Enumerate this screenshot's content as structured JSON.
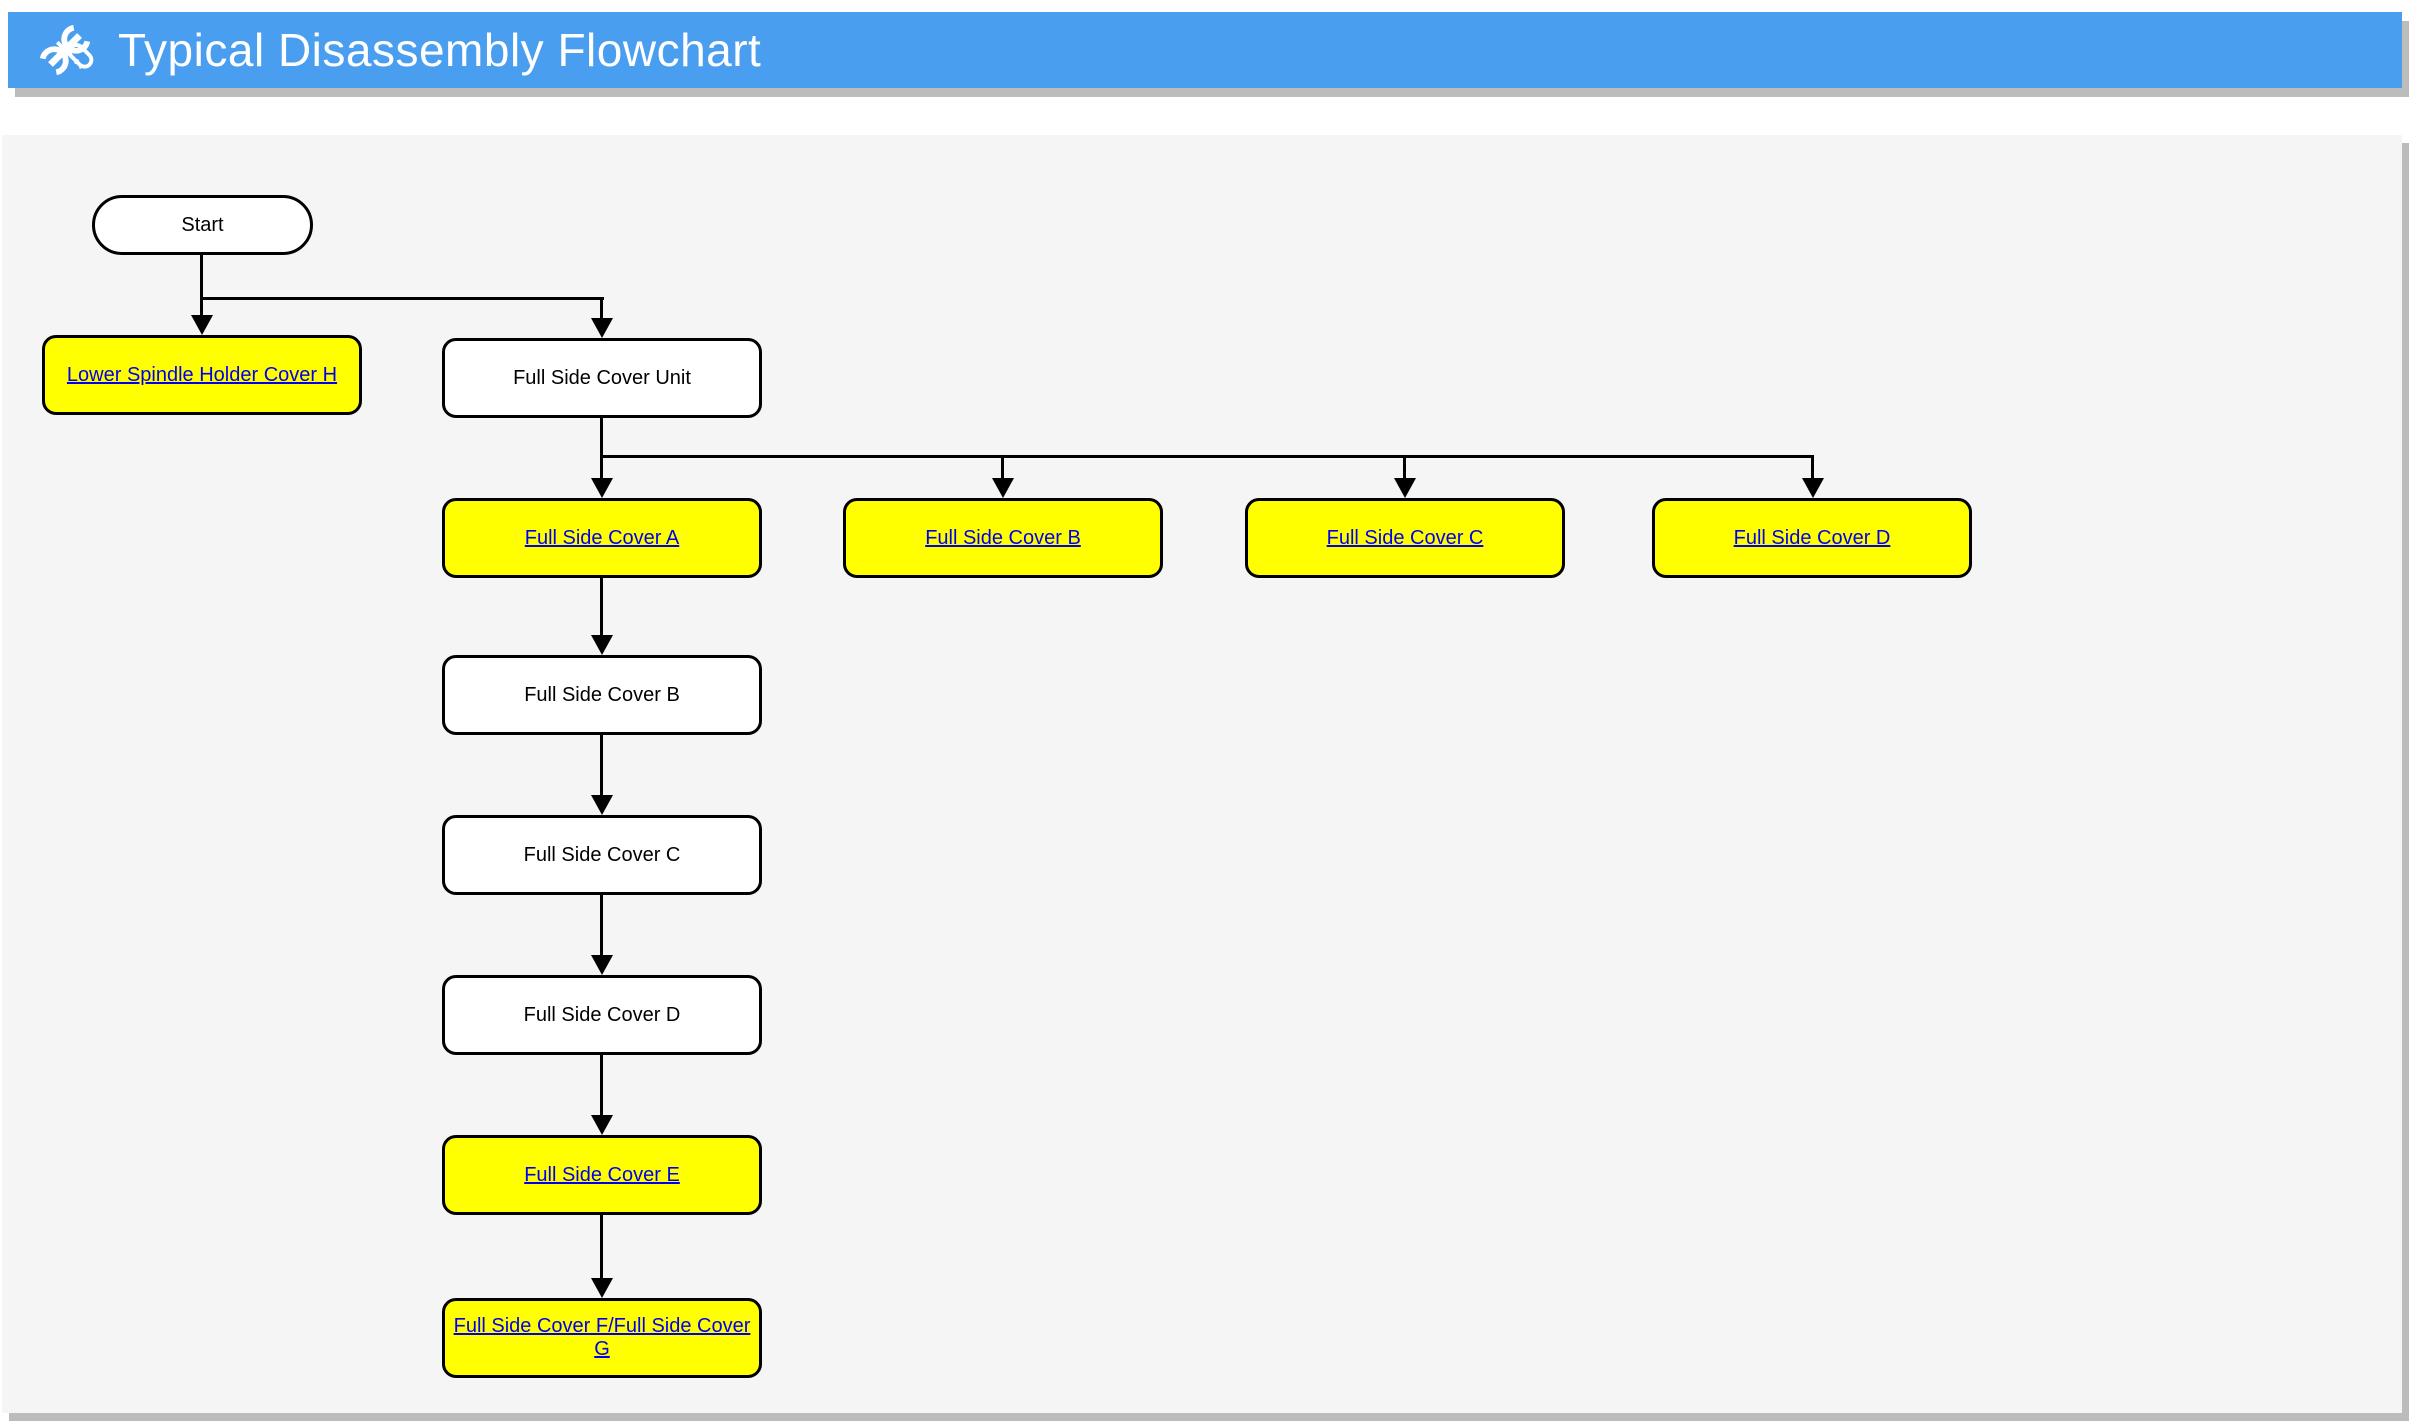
{
  "header": {
    "title": "Typical Disassembly Flowchart",
    "icon": "crossed-tools",
    "bg_color": "#4a9ef0",
    "text_color": "#ffffff"
  },
  "colors": {
    "canvas_bg": "#f5f5f5",
    "shadow": "#bcbcbc",
    "node_fill": "#ffffff",
    "node_highlight": "#ffff00",
    "node_border": "#000000",
    "connector": "#000000",
    "link_text": "#0000ee"
  },
  "flowchart": {
    "nodes": {
      "start": {
        "label": "Start",
        "shape": "terminator",
        "highlighted": false,
        "link": false
      },
      "cover_h": {
        "label": "Lower Spindle Holder Cover H",
        "shape": "process",
        "highlighted": true,
        "link": true
      },
      "unit": {
        "label": "Full Side Cover Unit",
        "shape": "process",
        "highlighted": false,
        "link": false
      },
      "branch_a": {
        "label": "Full Side Cover A",
        "shape": "process",
        "highlighted": true,
        "link": true
      },
      "branch_b": {
        "label": "Full Side Cover B",
        "shape": "process",
        "highlighted": true,
        "link": true
      },
      "branch_c": {
        "label": "Full Side Cover C",
        "shape": "process",
        "highlighted": true,
        "link": true
      },
      "branch_d": {
        "label": "Full Side Cover D",
        "shape": "process",
        "highlighted": true,
        "link": true
      },
      "chain_b": {
        "label": "Full Side Cover B",
        "shape": "process",
        "highlighted": false,
        "link": false
      },
      "chain_c": {
        "label": "Full Side Cover C",
        "shape": "process",
        "highlighted": false,
        "link": false
      },
      "chain_d": {
        "label": "Full Side Cover D",
        "shape": "process",
        "highlighted": false,
        "link": false
      },
      "cover_e": {
        "label": "Full Side Cover E",
        "shape": "process",
        "highlighted": true,
        "link": true
      },
      "cover_fg": {
        "label": "Full Side Cover F/Full Side Cover G",
        "shape": "process",
        "highlighted": true,
        "link": true
      }
    },
    "edges": [
      "start -> cover_h",
      "start -> unit",
      "unit -> branch_a",
      "unit -> branch_b",
      "unit -> branch_c",
      "unit -> branch_d",
      "branch_a -> chain_b",
      "chain_b -> chain_c",
      "chain_c -> chain_d",
      "chain_d -> cover_e",
      "cover_e -> cover_fg"
    ]
  }
}
